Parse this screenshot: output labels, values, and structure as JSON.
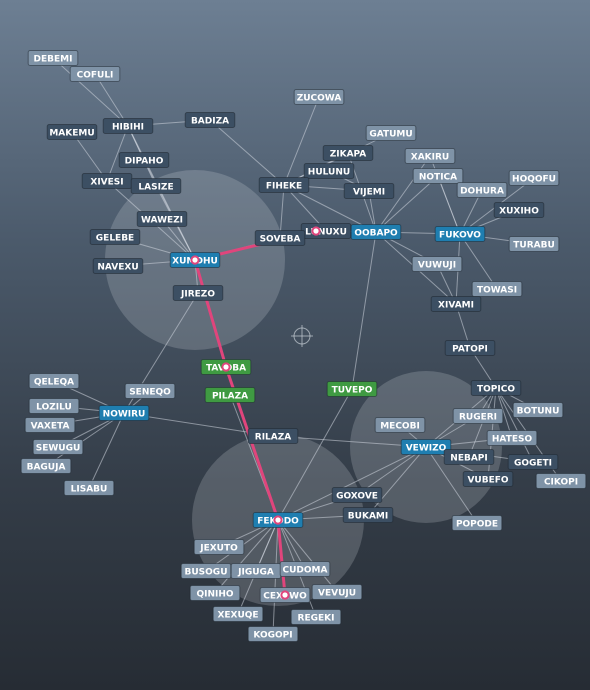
{
  "colors": {
    "plain_fill": "#3c4f63",
    "plain_text": "#ffffff",
    "hub_fill": "#1f7eb0",
    "green_fill": "#3f9a42",
    "slate_fill": "#7f93a7",
    "edge": "#cfd6de",
    "path": "#e0457c",
    "cluster": "#e2e6ea",
    "crosshair": "#c8ced6"
  },
  "center_icon": "crosshair-icon",
  "nodes": [
    {
      "id": "DEBEMI",
      "label": "DEBEMI",
      "style": "slate"
    },
    {
      "id": "COFULI",
      "label": "COFULI",
      "style": "slate"
    },
    {
      "id": "MAKEMU",
      "label": "MAKEMU",
      "style": "plain"
    },
    {
      "id": "HIBIHI",
      "label": "HIBIHI",
      "style": "plain"
    },
    {
      "id": "BADIZA",
      "label": "BADIZA",
      "style": "plain"
    },
    {
      "id": "ZUCOWA",
      "label": "ZUCOWA",
      "style": "slate"
    },
    {
      "id": "GATUMU",
      "label": "GATUMU",
      "style": "slate"
    },
    {
      "id": "DIPAHO",
      "label": "DIPAHO",
      "style": "plain"
    },
    {
      "id": "ZIKAPA",
      "label": "ZIKAPA",
      "style": "plain"
    },
    {
      "id": "XAKIRU",
      "label": "XAKIRU",
      "style": "slate"
    },
    {
      "id": "HULUNU",
      "label": "HULUNU",
      "style": "plain"
    },
    {
      "id": "NOTICA",
      "label": "NOTICA",
      "style": "slate"
    },
    {
      "id": "XIVESI",
      "label": "XIVESI",
      "style": "plain"
    },
    {
      "id": "LASIZE",
      "label": "LASIZE",
      "style": "plain"
    },
    {
      "id": "FIHEKE",
      "label": "FIHEKE",
      "style": "plain"
    },
    {
      "id": "VIJEMI",
      "label": "VIJEMI",
      "style": "plain"
    },
    {
      "id": "HOQOFU",
      "label": "HOQOFU",
      "style": "slate"
    },
    {
      "id": "DOHURA",
      "label": "DOHURA",
      "style": "slate"
    },
    {
      "id": "XUXIHO",
      "label": "XUXIHO",
      "style": "plain"
    },
    {
      "id": "WAWEZI",
      "label": "WAWEZI",
      "style": "plain"
    },
    {
      "id": "LUNUXU",
      "label": "LUNUXU",
      "style": "plain"
    },
    {
      "id": "OOBAPO",
      "label": "OOBAPO",
      "style": "hub"
    },
    {
      "id": "FUKOVO",
      "label": "FUKOVO",
      "style": "hub"
    },
    {
      "id": "GELEBE",
      "label": "GELEBE",
      "style": "plain"
    },
    {
      "id": "SOVEBA",
      "label": "SOVEBA",
      "style": "plain"
    },
    {
      "id": "TURABU",
      "label": "TURABU",
      "style": "slate"
    },
    {
      "id": "NAVEXU",
      "label": "NAVEXU",
      "style": "plain"
    },
    {
      "id": "XUMOHU",
      "label": "XUMOHU",
      "style": "hub"
    },
    {
      "id": "VUWUJI",
      "label": "VUWUJI",
      "style": "slate"
    },
    {
      "id": "TOWASI",
      "label": "TOWASI",
      "style": "slate"
    },
    {
      "id": "JIREZO",
      "label": "JIREZO",
      "style": "plain"
    },
    {
      "id": "XIVAMI",
      "label": "XIVAMI",
      "style": "plain"
    },
    {
      "id": "PATOPI",
      "label": "PATOPI",
      "style": "plain"
    },
    {
      "id": "TAVOBA",
      "label": "TAVOBA",
      "style": "green"
    },
    {
      "id": "QELEQA",
      "label": "QELEQA",
      "style": "slate"
    },
    {
      "id": "SENEQO",
      "label": "SENEQO",
      "style": "slate"
    },
    {
      "id": "TUVEPO",
      "label": "TUVEPO",
      "style": "green"
    },
    {
      "id": "TOPICO",
      "label": "TOPICO",
      "style": "plain"
    },
    {
      "id": "PILAZA",
      "label": "PILAZA",
      "style": "green"
    },
    {
      "id": "LOZILU",
      "label": "LOZILU",
      "style": "slate"
    },
    {
      "id": "NOWIRU",
      "label": "NOWIRU",
      "style": "hub"
    },
    {
      "id": "RUGERI",
      "label": "RUGERI",
      "style": "slate"
    },
    {
      "id": "BOTUNU",
      "label": "BOTUNU",
      "style": "slate"
    },
    {
      "id": "VAXETA",
      "label": "VAXETA",
      "style": "slate"
    },
    {
      "id": "MECOBI",
      "label": "MECOBI",
      "style": "slate"
    },
    {
      "id": "RILAZA",
      "label": "RILAZA",
      "style": "plain"
    },
    {
      "id": "HATESO",
      "label": "HATESO",
      "style": "slate"
    },
    {
      "id": "SEWUGU",
      "label": "SEWUGU",
      "style": "slate"
    },
    {
      "id": "VEWIZO",
      "label": "VEWIZO",
      "style": "hub"
    },
    {
      "id": "NEBAPI",
      "label": "NEBAPI",
      "style": "plain"
    },
    {
      "id": "GOGETI",
      "label": "GOGETI",
      "style": "plain"
    },
    {
      "id": "BAGUJA",
      "label": "BAGUJA",
      "style": "slate"
    },
    {
      "id": "VUBEFO",
      "label": "VUBEFO",
      "style": "plain"
    },
    {
      "id": "CIKOPI",
      "label": "CIKOPI",
      "style": "slate"
    },
    {
      "id": "LISABU",
      "label": "LISABU",
      "style": "slate"
    },
    {
      "id": "GOXOVE",
      "label": "GOXOVE",
      "style": "plain"
    },
    {
      "id": "BUKAMI",
      "label": "BUKAMI",
      "style": "plain"
    },
    {
      "id": "FEKODO",
      "label": "FEKODO",
      "style": "hub"
    },
    {
      "id": "POPODE",
      "label": "POPODE",
      "style": "slate"
    },
    {
      "id": "JEXUTO",
      "label": "JEXUTO",
      "style": "slate"
    },
    {
      "id": "BUSOGU",
      "label": "BUSOGU",
      "style": "slate"
    },
    {
      "id": "JIGUGA",
      "label": "JIGUGA",
      "style": "slate"
    },
    {
      "id": "CUDOMA",
      "label": "CUDOMA",
      "style": "slate"
    },
    {
      "id": "QINIHO",
      "label": "QINIHO",
      "style": "slate"
    },
    {
      "id": "CEXEWO",
      "label": "CEXEWO",
      "style": "slate"
    },
    {
      "id": "VEVUJU",
      "label": "VEVUJU",
      "style": "slate"
    },
    {
      "id": "XEXUQE",
      "label": "XEXUQE",
      "style": "slate"
    },
    {
      "id": "REGEKI",
      "label": "REGEKI",
      "style": "slate"
    },
    {
      "id": "KOGOPI",
      "label": "KOGOPI",
      "style": "slate"
    }
  ],
  "edges": [
    [
      "DEBEMI",
      "HIBIHI"
    ],
    [
      "COFULI",
      "HIBIHI"
    ],
    [
      "MAKEMU",
      "XIVESI"
    ],
    [
      "HIBIHI",
      "BADIZA"
    ],
    [
      "HIBIHI",
      "XIVESI"
    ],
    [
      "HIBIHI",
      "LASIZE"
    ],
    [
      "HIBIHI",
      "DIPAHO"
    ],
    [
      "HIBIHI",
      "XUMOHU"
    ],
    [
      "BADIZA",
      "FIHEKE"
    ],
    [
      "XIVESI",
      "XUMOHU"
    ],
    [
      "LASIZE",
      "XUMOHU"
    ],
    [
      "DIPAHO",
      "XUMOHU"
    ],
    [
      "WAWEZI",
      "XUMOHU"
    ],
    [
      "GELEBE",
      "XUMOHU"
    ],
    [
      "NAVEXU",
      "XUMOHU"
    ],
    [
      "XUMOHU",
      "SOVEBA"
    ],
    [
      "XUMOHU",
      "JIREZO"
    ],
    [
      "ZUCOWA",
      "FIHEKE"
    ],
    [
      "GATUMU",
      "FIHEKE"
    ],
    [
      "ZIKAPA",
      "FIHEKE"
    ],
    [
      "HULUNU",
      "FIHEKE"
    ],
    [
      "HULUNU",
      "VIJEMI"
    ],
    [
      "FIHEKE",
      "VIJEMI"
    ],
    [
      "FIHEKE",
      "LUNUXU"
    ],
    [
      "FIHEKE",
      "SOVEBA"
    ],
    [
      "FIHEKE",
      "OOBAPO"
    ],
    [
      "VIJEMI",
      "OOBAPO"
    ],
    [
      "ZIKAPA",
      "OOBAPO"
    ],
    [
      "XAKIRU",
      "OOBAPO"
    ],
    [
      "NOTICA",
      "OOBAPO"
    ],
    [
      "NOTICA",
      "FUKOVO"
    ],
    [
      "XAKIRU",
      "FUKOVO"
    ],
    [
      "LUNUXU",
      "OOBAPO"
    ],
    [
      "OOBAPO",
      "FUKOVO"
    ],
    [
      "OOBAPO",
      "VUWUJI"
    ],
    [
      "OOBAPO",
      "XIVAMI"
    ],
    [
      "OOBAPO",
      "TUVEPO"
    ],
    [
      "HOQOFU",
      "FUKOVO"
    ],
    [
      "DOHURA",
      "FUKOVO"
    ],
    [
      "XUXIHO",
      "FUKOVO"
    ],
    [
      "TURABU",
      "FUKOVO"
    ],
    [
      "FUKOVO",
      "TOWASI"
    ],
    [
      "FUKOVO",
      "XIVAMI"
    ],
    [
      "VUWUJI",
      "XIVAMI"
    ],
    [
      "XIVAMI",
      "PATOPI"
    ],
    [
      "PATOPI",
      "TOPICO"
    ],
    [
      "JIREZO",
      "NOWIRU"
    ],
    [
      "QELEQA",
      "NOWIRU"
    ],
    [
      "SENEQO",
      "NOWIRU"
    ],
    [
      "LOZILU",
      "NOWIRU"
    ],
    [
      "VAXETA",
      "NOWIRU"
    ],
    [
      "SEWUGU",
      "NOWIRU"
    ],
    [
      "BAGUJA",
      "NOWIRU"
    ],
    [
      "LISABU",
      "NOWIRU"
    ],
    [
      "NOWIRU",
      "RILAZA"
    ],
    [
      "RILAZA",
      "VEWIZO"
    ],
    [
      "TOPICO",
      "RUGERI"
    ],
    [
      "TOPICO",
      "BOTUNU"
    ],
    [
      "TOPICO",
      "HATESO"
    ],
    [
      "TOPICO",
      "GOGETI"
    ],
    [
      "TOPICO",
      "CIKOPI"
    ],
    [
      "TOPICO",
      "VEWIZO"
    ],
    [
      "TOPICO",
      "NEBAPI"
    ],
    [
      "TOPICO",
      "VUBEFO"
    ],
    [
      "RUGERI",
      "VEWIZO"
    ],
    [
      "HATESO",
      "VEWIZO"
    ],
    [
      "NEBAPI",
      "VEWIZO"
    ],
    [
      "GOGETI",
      "VEWIZO"
    ],
    [
      "VUBEFO",
      "VEWIZO"
    ],
    [
      "MECOBI",
      "VEWIZO"
    ],
    [
      "VEWIZO",
      "GOXOVE"
    ],
    [
      "VEWIZO",
      "BUKAMI"
    ],
    [
      "VEWIZO",
      "POPODE"
    ],
    [
      "VEWIZO",
      "FEKODO"
    ],
    [
      "TUVEPO",
      "FEKODO"
    ],
    [
      "PILAZA",
      "FEKODO"
    ],
    [
      "GOXOVE",
      "FEKODO"
    ],
    [
      "BUKAMI",
      "FEKODO"
    ],
    [
      "FEKODO",
      "JEXUTO"
    ],
    [
      "FEKODO",
      "BUSOGU"
    ],
    [
      "FEKODO",
      "JIGUGA"
    ],
    [
      "FEKODO",
      "CUDOMA"
    ],
    [
      "FEKODO",
      "QINIHO"
    ],
    [
      "FEKODO",
      "CEXEWO"
    ],
    [
      "FEKODO",
      "VEVUJU"
    ],
    [
      "FEKODO",
      "XEXUQE"
    ],
    [
      "FEKODO",
      "REGEKI"
    ],
    [
      "FEKODO",
      "KOGOPI"
    ]
  ],
  "path": [
    "LUNUXU",
    "XUMOHU",
    "TAVOBA",
    "FEKODO",
    "CEXEWO"
  ]
}
